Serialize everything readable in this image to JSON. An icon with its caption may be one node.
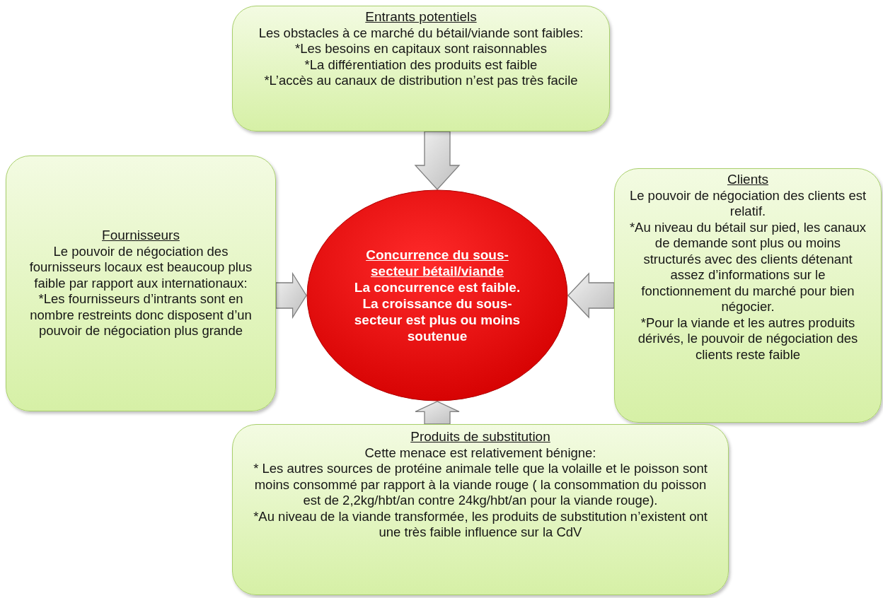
{
  "diagram": {
    "nodes": [
      {
        "text": [
          "Entrants potentiels",
          "Les obstacles à ce marché du bétail/viande sont faibles:",
          "*Les besoins en capitaux sont raisonnables",
          "*La différentiation des produits est faible",
          "*L’accès au canaux de distribution n’est pas très facile"
        ]
      },
      {
        "text": [
          "Fournisseurs",
          "Le pouvoir de négociation des fournisseurs locaux est beaucoup plus faible par rapport aux internationaux:",
          "*Les fournisseurs d’intrants sont en nombre restreints donc disposent d’un pouvoir de négociation plus grande"
        ]
      },
      {
        "text": [
          "Concurrence du sous-secteur bétail/viande",
          "La concurrence est faible. La croissance du sous-secteur est plus ou moins soutenue"
        ]
      },
      {
        "text": [
          "Clients",
          "Le pouvoir de négociation des clients est relatif.",
          "*Au niveau du bétail sur pied, les canaux de demande sont plus ou moins structurés avec des clients détenant assez d’informations sur le fonctionnement du marché pour bien négocier.",
          "*Pour la viande et les autres produits dérivés, le pouvoir de négociation des clients reste faible"
        ]
      },
      {
        "text": [
          "Produits de substitution",
          "Cette menace est relativement bénigne:",
          "* Les autres sources de protéine animale telle que la volaille et le poisson sont moins consommé par rapport à la viande rouge ( la consommation du poisson est de 2,2kg/hbt/an contre 24kg/hbt/an pour la viande rouge).",
          "*Au niveau de la viande transformée, les produits de substitution n’existent ont une très faible influence sur la CdV"
        ]
      }
    ],
    "edges": [
      {
        "from": 0,
        "to": 2,
        "arrow": "to"
      },
      {
        "from": 1,
        "to": 2,
        "arrow": "to"
      },
      {
        "from": 3,
        "to": 2,
        "arrow": "to"
      },
      {
        "from": 4,
        "to": 2,
        "arrow": "to"
      }
    ]
  }
}
